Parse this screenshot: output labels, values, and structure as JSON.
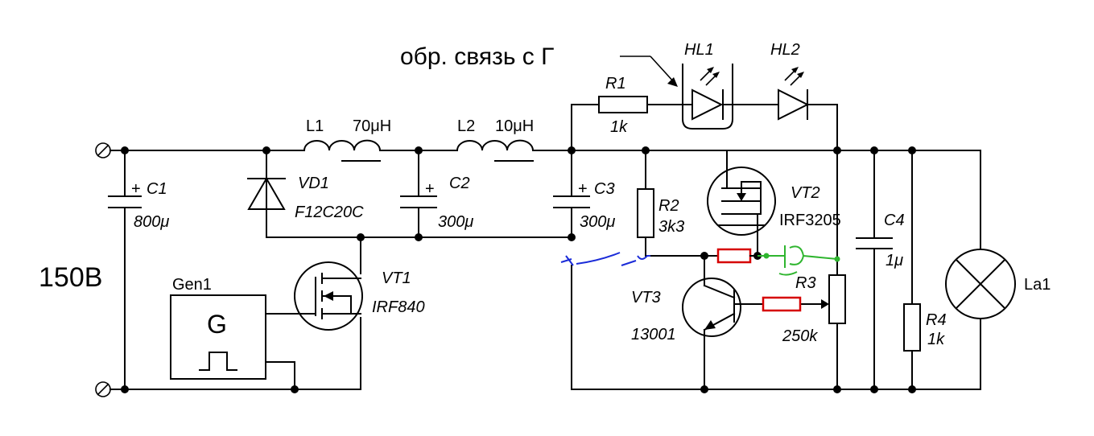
{
  "feedback_note": "обр. связь с Г",
  "supply_voltage": "150В",
  "components": {
    "c1": {
      "name": "C1",
      "value": "800μ"
    },
    "vd1": {
      "name": "VD1",
      "value": "F12C20C"
    },
    "l1": {
      "name": "L1",
      "value": "70μH"
    },
    "c2": {
      "name": "C2",
      "value": "300μ"
    },
    "l2": {
      "name": "L2",
      "value": "10μH"
    },
    "c3": {
      "name": "C3",
      "value": "300μ"
    },
    "r1": {
      "name": "R1",
      "value": "1k"
    },
    "hl1": {
      "name": "HL1"
    },
    "hl2": {
      "name": "HL2"
    },
    "r2": {
      "name": "R2",
      "value": "3k3"
    },
    "vt2": {
      "name": "VT2",
      "value": "IRF3205"
    },
    "c4": {
      "name": "C4",
      "value": "1μ"
    },
    "r3": {
      "name": "R3",
      "value": "250k"
    },
    "vt3": {
      "name": "VT3",
      "value": "13001"
    },
    "r4": {
      "name": "R4",
      "value": "1k"
    },
    "la1": {
      "name": "La1"
    },
    "vt1": {
      "name": "VT1",
      "value": "IRF840"
    },
    "gen1": {
      "name": "Gen1",
      "symbol": "G"
    }
  },
  "polarity_mark": "+",
  "colors": {
    "modification_red": "#d60000",
    "modification_green": "#2fb52f",
    "modification_blue": "#1a2bd8"
  }
}
